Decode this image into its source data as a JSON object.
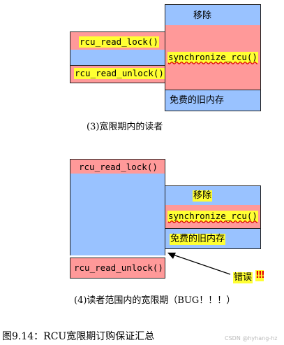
{
  "scenario3": {
    "remove_label": "移除",
    "lock_label": "rcu_read_lock()",
    "sync_label": "synchronize_rcu()",
    "unlock_label": "rcu_read_unlock()",
    "free_label": "免费的旧内存",
    "caption": "(3)宽限期内的读者"
  },
  "scenario4": {
    "lock_label": "rcu_read_lock()",
    "remove_label": "移除",
    "sync_label": "synchronize_rcu()",
    "free_label": "免费的旧内存",
    "unlock_label": "rcu_read_unlock()",
    "error_label": "错误",
    "error_marks": "!!!",
    "caption": "(4)读者范围内的宽限期（BUG！！！）"
  },
  "figure_caption": "图9.14：RCU宽限期订购保证汇总",
  "watermark": "CSDN @hyhang-hz",
  "colors": {
    "blue": "#99c2ff",
    "pink": "#ff9999",
    "highlight": "#ffff33",
    "error_mark": "#e60000"
  }
}
